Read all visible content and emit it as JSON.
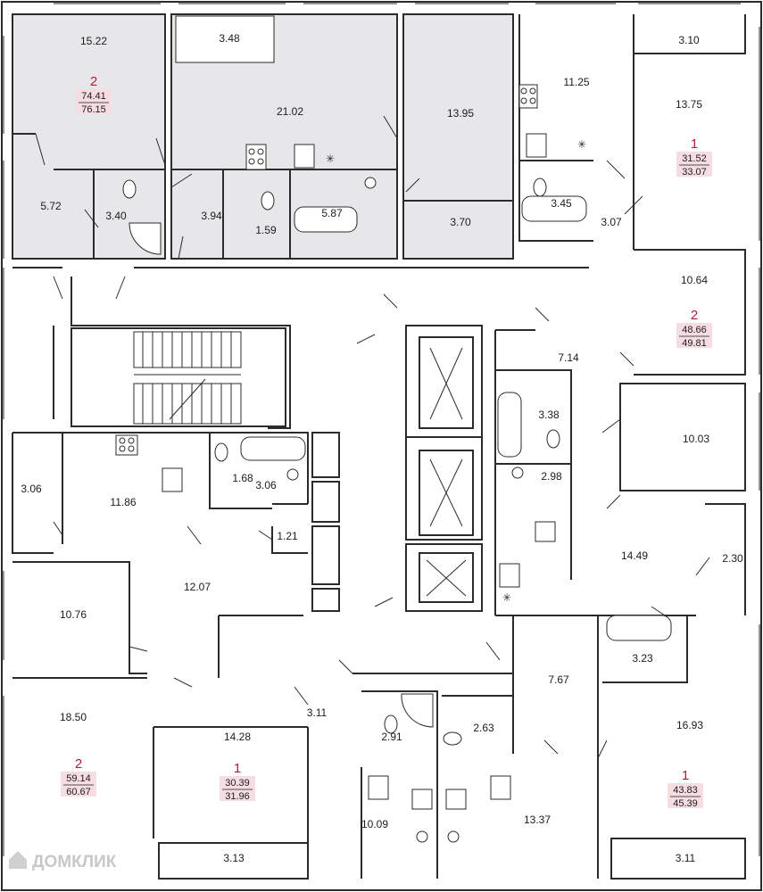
{
  "rooms": [
    {
      "area": "15.22"
    },
    {
      "area": "3.48"
    },
    {
      "area": "21.02"
    },
    {
      "area": "13.95"
    },
    {
      "area": "11.25"
    },
    {
      "area": "3.10"
    },
    {
      "area": "13.75"
    },
    {
      "area": "5.72"
    },
    {
      "area": "3.40"
    },
    {
      "area": "3.94"
    },
    {
      "area": "1.59"
    },
    {
      "area": "5.87"
    },
    {
      "area": "3.70"
    },
    {
      "area": "3.45"
    },
    {
      "area": "3.07"
    },
    {
      "area": "10.64"
    },
    {
      "area": "7.14"
    },
    {
      "area": "3.38"
    },
    {
      "area": "10.03"
    },
    {
      "area": "2.98"
    },
    {
      "area": "3.06"
    },
    {
      "area": "11.86"
    },
    {
      "area": "1.68"
    },
    {
      "area": "3.06"
    },
    {
      "area": "1.21"
    },
    {
      "area": "14.49"
    },
    {
      "area": "2.30"
    },
    {
      "area": "12.07"
    },
    {
      "area": "10.76"
    },
    {
      "area": "3.23"
    },
    {
      "area": "7.67"
    },
    {
      "area": "18.50"
    },
    {
      "area": "3.11"
    },
    {
      "area": "14.28"
    },
    {
      "area": "2.91"
    },
    {
      "area": "2.63"
    },
    {
      "area": "16.93"
    },
    {
      "area": "10.09"
    },
    {
      "area": "13.37"
    },
    {
      "area": "3.13"
    },
    {
      "area": "3.11"
    }
  ],
  "apartments": [
    {
      "rooms": "2",
      "living": "74.41",
      "total": "76.15"
    },
    {
      "rooms": "1",
      "living": "31.52",
      "total": "33.07"
    },
    {
      "rooms": "2",
      "living": "48.66",
      "total": "49.81"
    },
    {
      "rooms": "2",
      "living": "59.14",
      "total": "60.67"
    },
    {
      "rooms": "1",
      "living": "30.39",
      "total": "31.96"
    },
    {
      "rooms": "1",
      "living": "43.83",
      "total": "45.39"
    }
  ],
  "watermark": {
    "text": "ДОМКЛИК",
    "icon": "house-logo-icon"
  },
  "colors": {
    "selected_fill": "#e7e7ea",
    "badge_bg": "#f6dde2",
    "badge_rooms": "#b01e3a",
    "wall": "#2b2b2b"
  },
  "icons": [
    "stove-icon",
    "sink-icon",
    "toilet-icon",
    "bathtub-icon",
    "shower-icon",
    "elevator-icon",
    "stairs-icon",
    "washer-icon",
    "fan-icon"
  ]
}
